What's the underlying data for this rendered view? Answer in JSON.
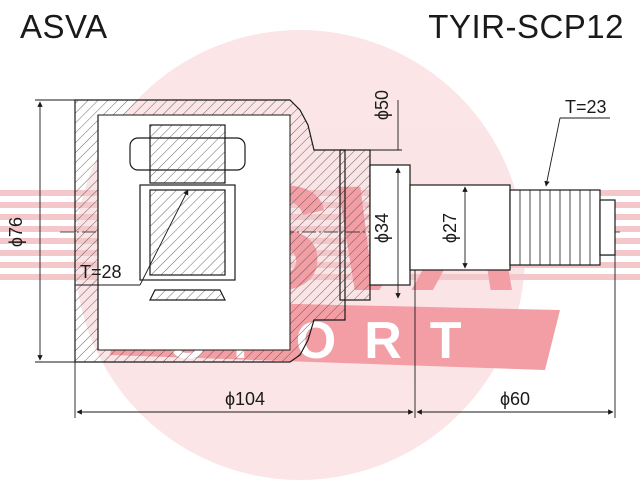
{
  "header": {
    "brand": "ASVA",
    "part_number": "TYIR-SCP12"
  },
  "watermark": {
    "brand": "ASVA",
    "subtitle": "SPORT",
    "color": "#e8505b"
  },
  "dimensions": {
    "outer_diameter": "ϕ76",
    "housing_spline_teeth": "T=28",
    "overall_length_housing": "ϕ104",
    "boot_diameter": "ϕ50",
    "seal_diameter": "ϕ34",
    "shaft_diameter": "ϕ27",
    "shaft_spline_teeth": "T=23",
    "shaft_length": "ϕ60"
  },
  "colors": {
    "line": "#1a1a1a",
    "hatch": "#444444"
  }
}
